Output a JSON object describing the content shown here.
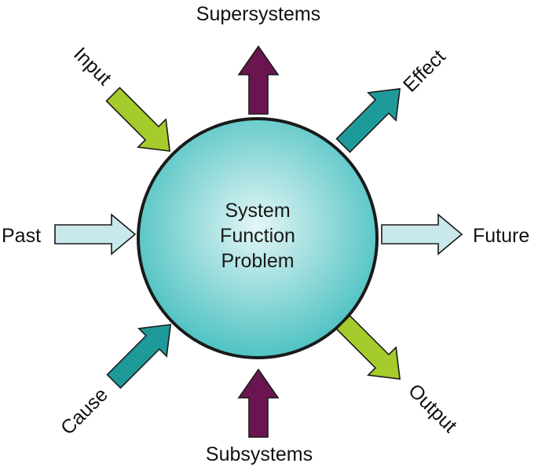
{
  "center": {
    "lines": [
      "System",
      "Function",
      "Problem"
    ]
  },
  "labels": {
    "top": "Supersystems",
    "bottom": "Subsystems",
    "left": "Past",
    "right": "Future",
    "top_left": "Input",
    "top_right": "Effect",
    "bottom_left": "Cause",
    "bottom_right": "Output"
  },
  "colors": {
    "circle_center": "#e4f6f6",
    "circle_edge": "#4fc2c2",
    "purple": "#6b1550",
    "green": "#a6cb2c",
    "teal": "#1f9a9a",
    "light_blue": "#c9e8ec",
    "outline": "#1a1a1a"
  }
}
